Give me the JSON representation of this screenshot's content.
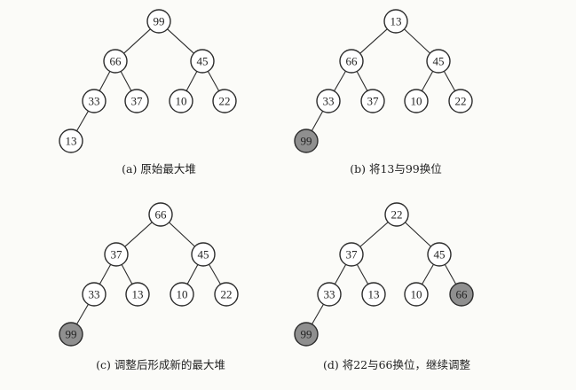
{
  "panels": [
    {
      "caption": "(a) 原始最大堆",
      "nodes": [
        {
          "id": "r",
          "label": "99"
        },
        {
          "id": "l",
          "label": "66"
        },
        {
          "id": "rr",
          "label": "45"
        },
        {
          "id": "ll",
          "label": "33"
        },
        {
          "id": "lr",
          "label": "37"
        },
        {
          "id": "rl",
          "label": "10"
        },
        {
          "id": "rrr",
          "label": "22"
        },
        {
          "id": "lll",
          "label": "13"
        }
      ],
      "edges": [
        [
          "r",
          "l"
        ],
        [
          "r",
          "rr"
        ],
        [
          "l",
          "ll"
        ],
        [
          "l",
          "lr"
        ],
        [
          "rr",
          "rl"
        ],
        [
          "rr",
          "rrr"
        ],
        [
          "ll",
          "lll"
        ]
      ],
      "highlighted": []
    },
    {
      "caption": "(b) 将13与99换位",
      "nodes": [
        {
          "id": "r",
          "label": "13"
        },
        {
          "id": "l",
          "label": "66"
        },
        {
          "id": "rr",
          "label": "45"
        },
        {
          "id": "ll",
          "label": "33"
        },
        {
          "id": "lr",
          "label": "37"
        },
        {
          "id": "rl",
          "label": "10"
        },
        {
          "id": "rrr",
          "label": "22"
        },
        {
          "id": "lll",
          "label": "99"
        }
      ],
      "edges": [
        [
          "r",
          "l"
        ],
        [
          "r",
          "rr"
        ],
        [
          "l",
          "ll"
        ],
        [
          "l",
          "lr"
        ],
        [
          "rr",
          "rl"
        ],
        [
          "rr",
          "rrr"
        ],
        [
          "ll",
          "lll"
        ]
      ],
      "highlighted": [
        "lll"
      ]
    },
    {
      "caption": "(c) 调整后形成新的最大堆",
      "nodes": [
        {
          "id": "r",
          "label": "66"
        },
        {
          "id": "l",
          "label": "37"
        },
        {
          "id": "rr",
          "label": "45"
        },
        {
          "id": "ll",
          "label": "33"
        },
        {
          "id": "lr",
          "label": "13"
        },
        {
          "id": "rl",
          "label": "10"
        },
        {
          "id": "rrr",
          "label": "22"
        },
        {
          "id": "lll",
          "label": "99"
        }
      ],
      "edges": [
        [
          "r",
          "l"
        ],
        [
          "r",
          "rr"
        ],
        [
          "l",
          "ll"
        ],
        [
          "l",
          "lr"
        ],
        [
          "rr",
          "rl"
        ],
        [
          "rr",
          "rrr"
        ],
        [
          "ll",
          "lll"
        ]
      ],
      "highlighted": [
        "lll"
      ]
    },
    {
      "caption": "(d) 将22与66换位，继续调整",
      "nodes": [
        {
          "id": "r",
          "label": "22"
        },
        {
          "id": "l",
          "label": "37"
        },
        {
          "id": "rr",
          "label": "45"
        },
        {
          "id": "ll",
          "label": "33"
        },
        {
          "id": "lr",
          "label": "13"
        },
        {
          "id": "rl",
          "label": "10"
        },
        {
          "id": "rrr",
          "label": "66"
        },
        {
          "id": "lll",
          "label": "99"
        }
      ],
      "edges": [
        [
          "r",
          "l"
        ],
        [
          "r",
          "rr"
        ],
        [
          "l",
          "ll"
        ],
        [
          "l",
          "lr"
        ],
        [
          "rr",
          "rl"
        ],
        [
          "rr",
          "rrr"
        ],
        [
          "ll",
          "lll"
        ]
      ],
      "highlighted": [
        "rrr",
        "lll"
      ]
    }
  ]
}
